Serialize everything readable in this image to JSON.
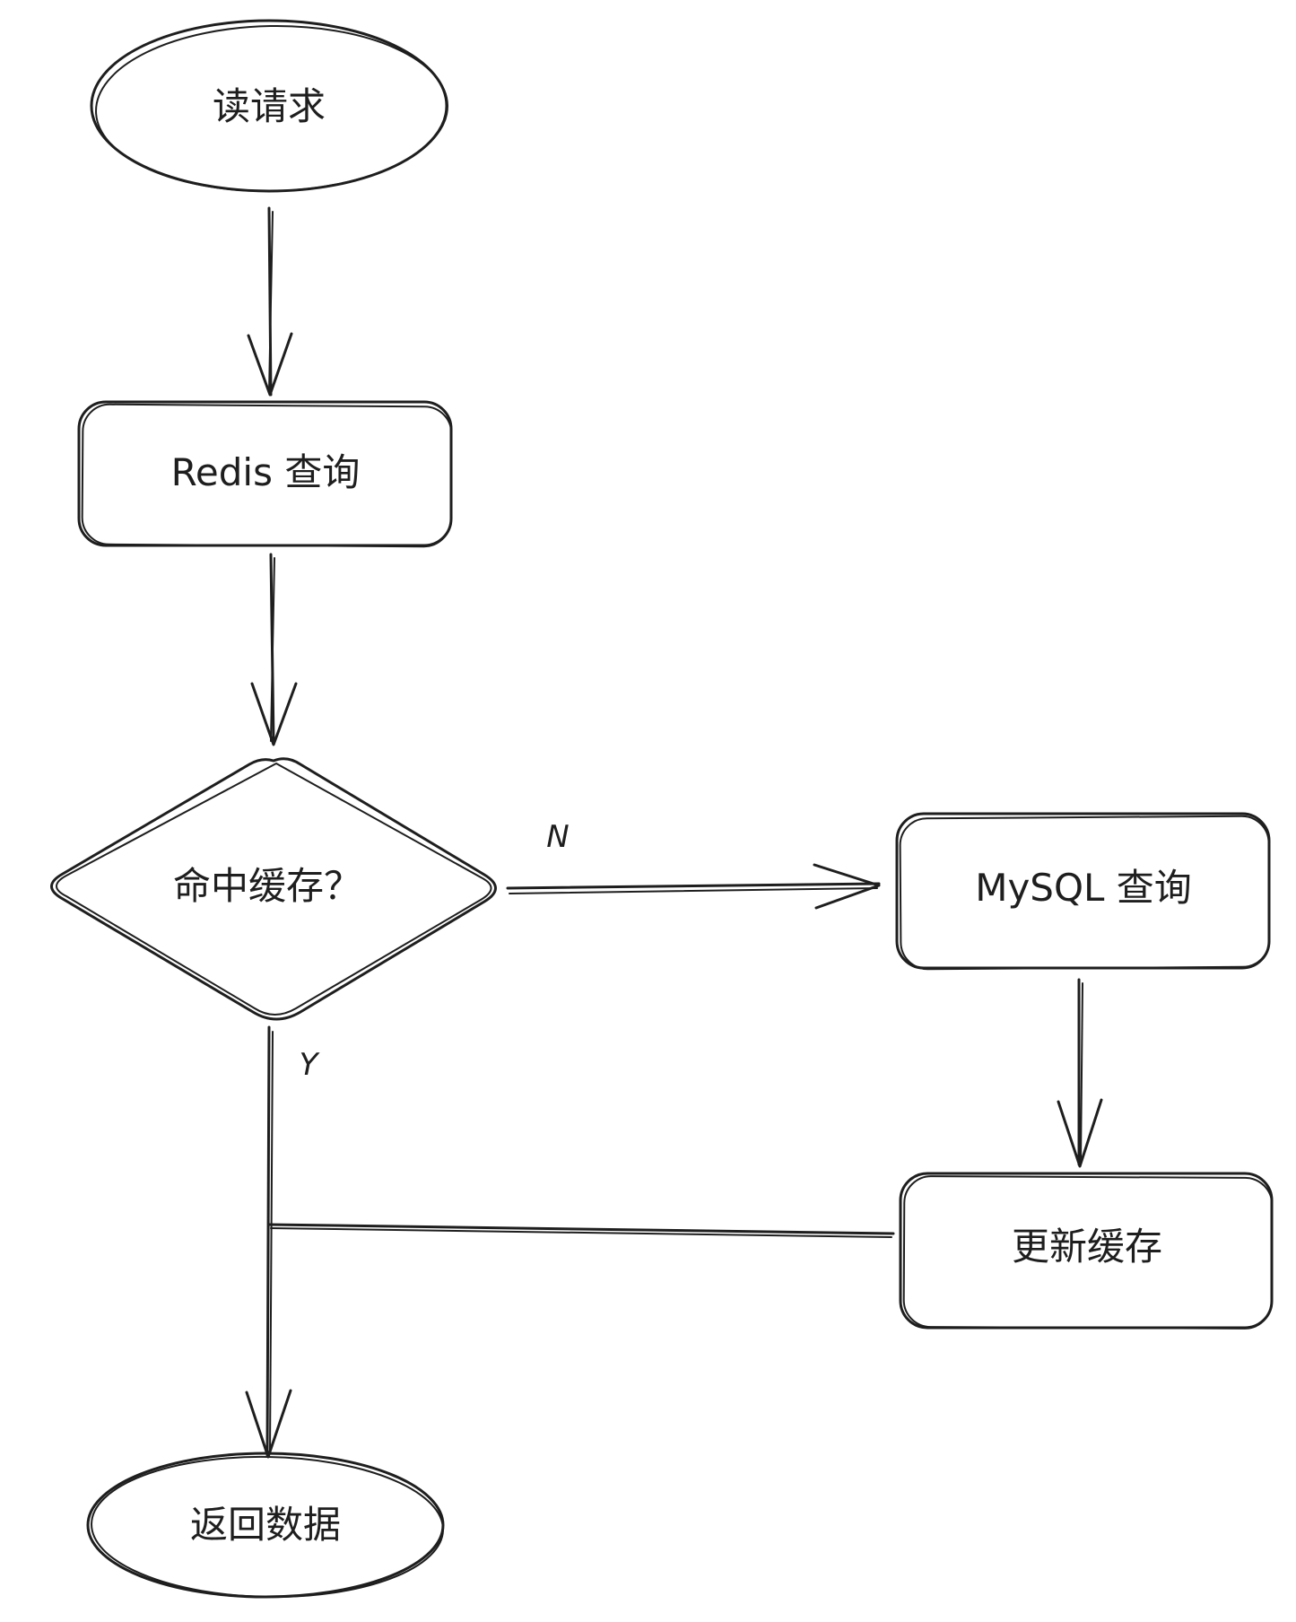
{
  "nodes": {
    "read_request": "读请求",
    "redis_query": "Redis 查询",
    "cache_hit": "命中缓存？",
    "mysql_query": "MySQL 查询",
    "update_cache": "更新缓存",
    "return_data": "返回数据"
  },
  "edges": {
    "no_label": "N",
    "yes_label": "Y"
  }
}
